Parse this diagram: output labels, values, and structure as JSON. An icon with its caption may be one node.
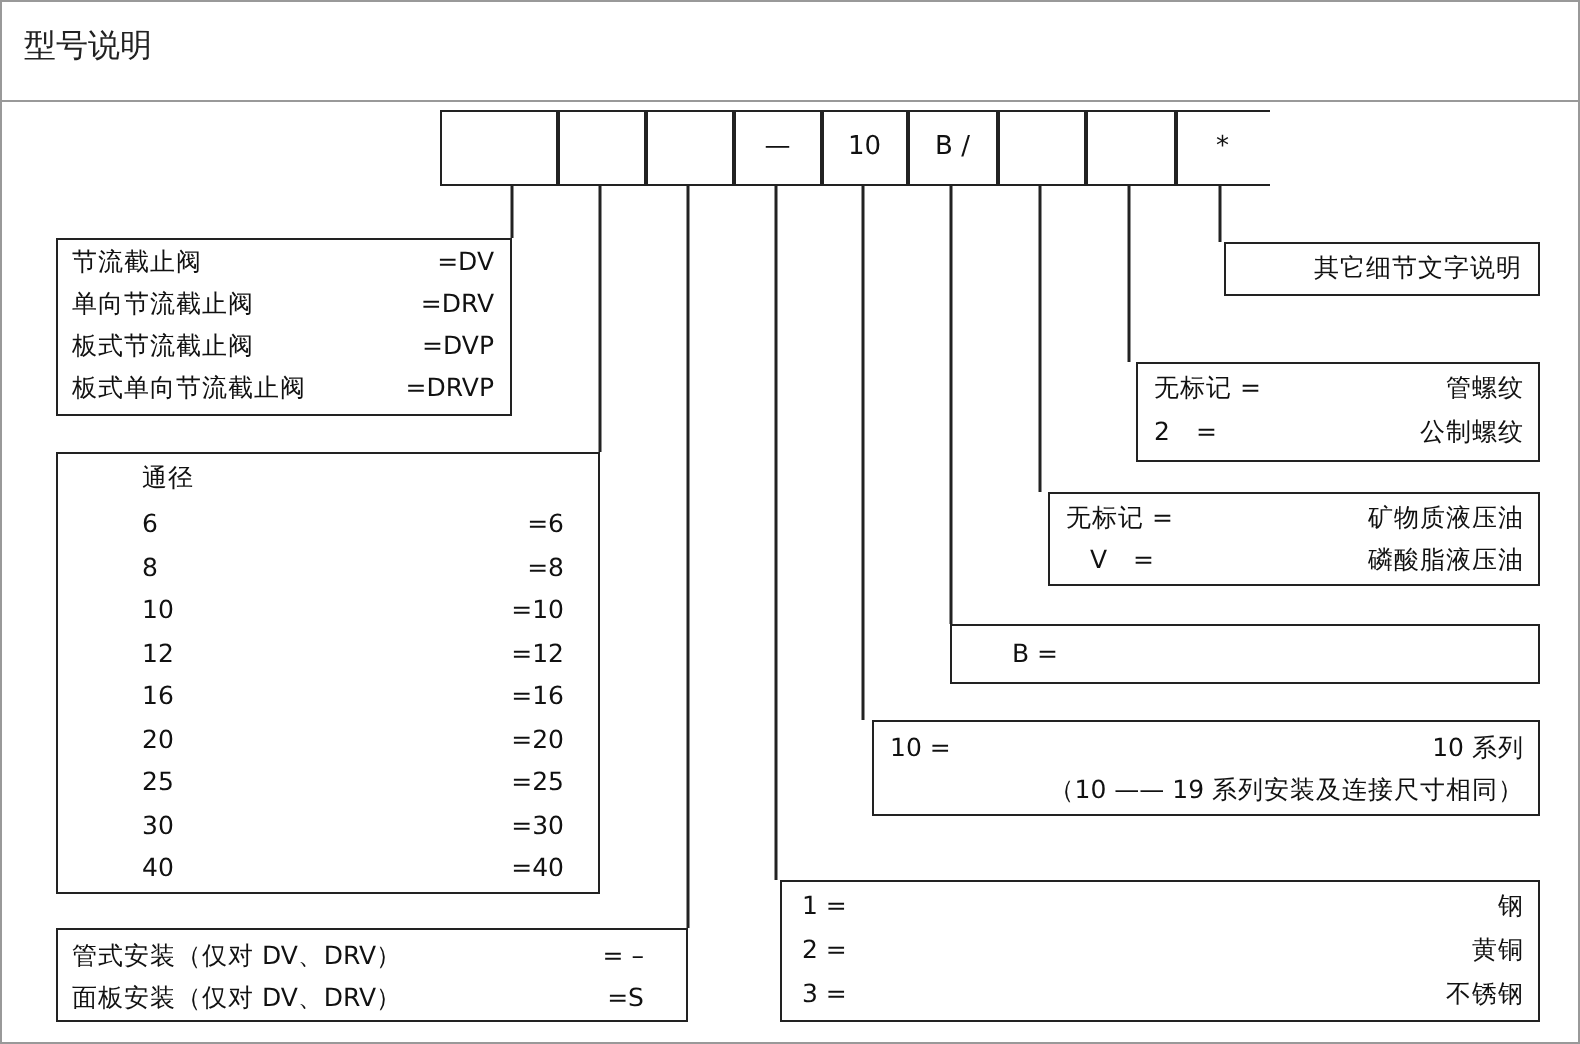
{
  "diagram": {
    "title": "型号说明",
    "nodes": [
      {
        "text": [],
        "shape": "box"
      },
      {
        "text": [],
        "shape": "box"
      },
      {
        "text": [],
        "shape": "box"
      },
      {
        "text": [
          "—"
        ]
      },
      {
        "text": [
          "10"
        ]
      },
      {
        "text": [
          "B /"
        ]
      },
      {
        "text": [],
        "shape": "box"
      },
      {
        "text": [],
        "shape": "box"
      },
      {
        "text": [
          "*"
        ]
      },
      {
        "text": [
          "节流截止阀",
          "=DV",
          "单向节流截止阀",
          "=DRV",
          "板式节流截止阀",
          "=DVP",
          "板式单向节流截止阀",
          "=DRVP"
        ]
      },
      {
        "text": [
          "其它细节文字说明"
        ]
      },
      {
        "text": [
          "无标记 =",
          "管螺纹",
          "2　=",
          "公制螺纹"
        ]
      },
      {
        "text": [
          "通径",
          "6",
          "=6",
          "8",
          "=8",
          "10",
          "=10",
          "12",
          "=12",
          "16",
          "=16",
          "20",
          "=20",
          "25",
          "=25",
          "30",
          "=30",
          "40",
          "=40"
        ]
      },
      {
        "text": [
          "无标记 =",
          "矿物质液压油",
          "V　=",
          "磷酸脂液压油"
        ]
      },
      {
        "text": [
          "B ="
        ]
      },
      {
        "text": [
          "10 =",
          "10 系列",
          "（10 —— 19 系列安装及连接尺寸相同）"
        ]
      },
      {
        "text": [
          "1 =",
          "钢",
          "2 =",
          "黄铜",
          "3 =",
          "不锈钢"
        ]
      },
      {
        "text": [
          "管式安装（仅对 DV、DRV）",
          "= –",
          "面板安装（仅对 DV、DRV）",
          "=S"
        ]
      }
    ],
    "edges": [
      {
        "from": 0,
        "to": 9,
        "arrow": "none"
      },
      {
        "from": 1,
        "to": 12,
        "arrow": "none"
      },
      {
        "from": 2,
        "to": 17,
        "arrow": "none"
      },
      {
        "from": 3,
        "to": 16,
        "arrow": "none"
      },
      {
        "from": 4,
        "to": 15,
        "arrow": "none"
      },
      {
        "from": 5,
        "to": 14,
        "arrow": "none"
      },
      {
        "from": 6,
        "to": 13,
        "arrow": "none"
      },
      {
        "from": 7,
        "to": 11,
        "arrow": "none"
      },
      {
        "from": 8,
        "to": 10,
        "arrow": "none"
      }
    ]
  }
}
